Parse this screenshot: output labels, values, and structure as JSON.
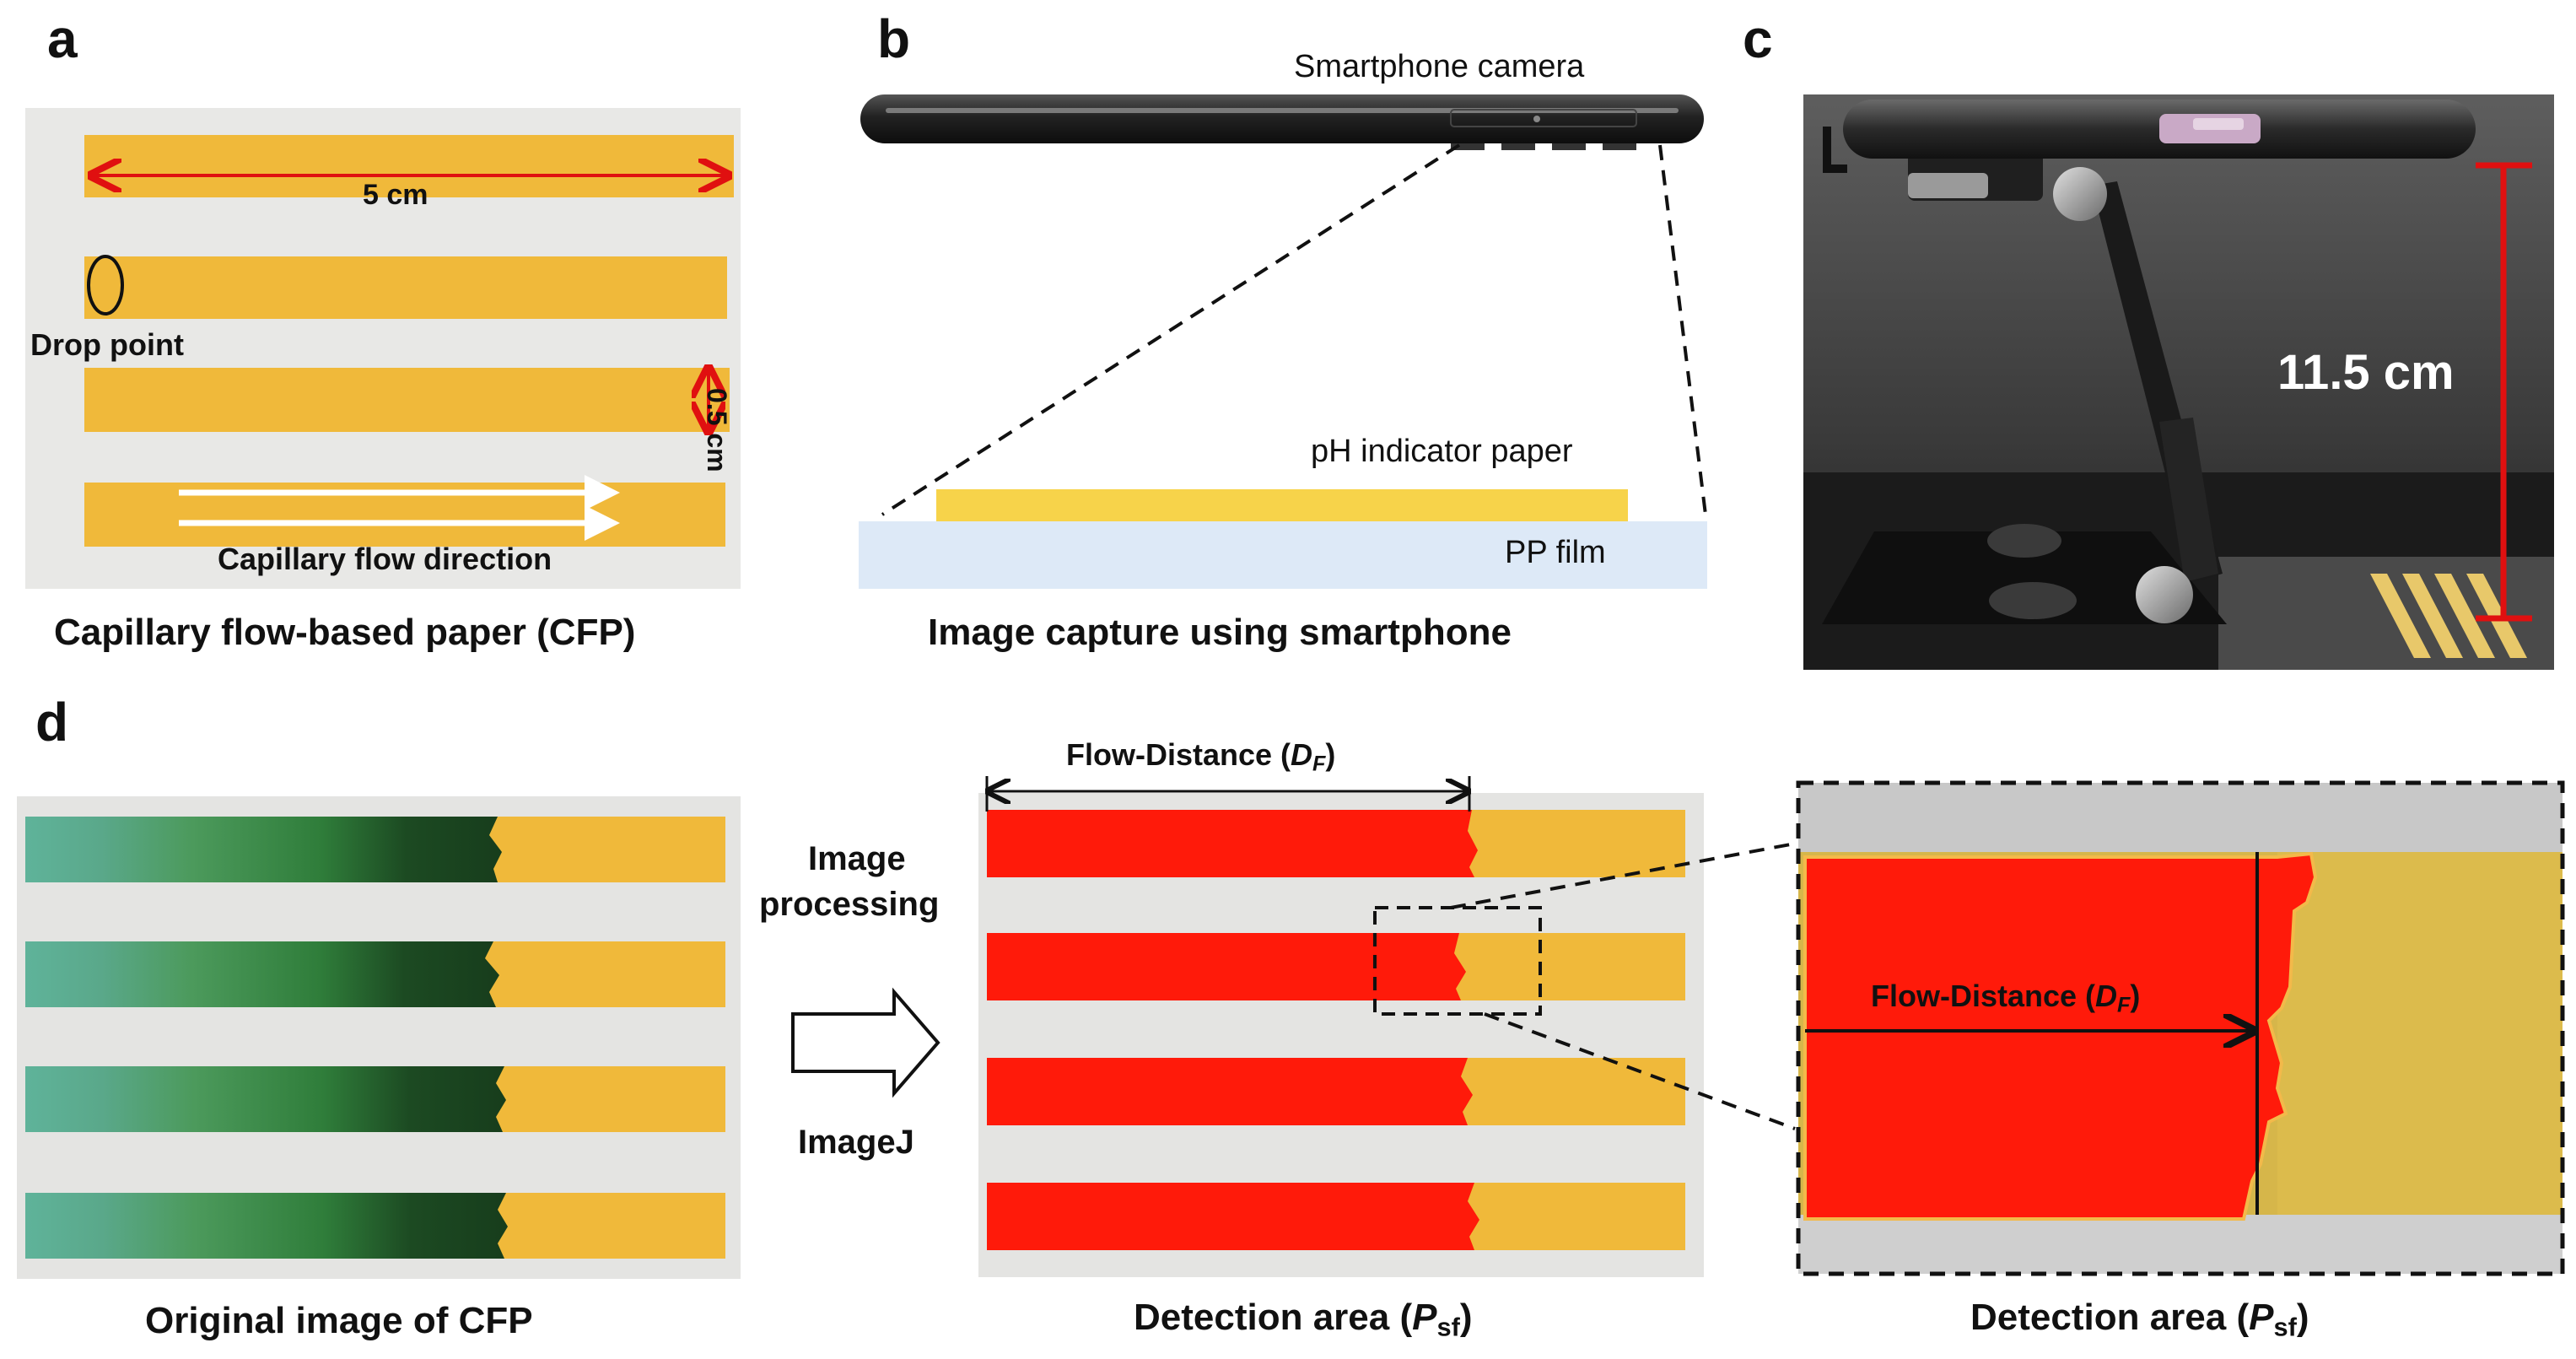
{
  "panels": {
    "a": {
      "letter": "a",
      "caption": "Capillary flow-based paper (CFP)",
      "length_label": "5 cm",
      "drop_label": "Drop point",
      "width_label": "0.5 cm",
      "flow_label": "Capillary flow direction"
    },
    "b": {
      "letter": "b",
      "camera_label": "Smartphone camera",
      "indicator_label": "pH indicator paper",
      "film_label": "PP film",
      "caption": "Image capture using smartphone"
    },
    "c": {
      "letter": "c",
      "height_label": "11.5 cm"
    },
    "d": {
      "letter": "d",
      "original_caption": "Original image of CFP",
      "process_label_1": "Image",
      "process_label_2": "processing",
      "tool_label": "ImageJ",
      "flow_distance_prefix": "Flow-Distance (",
      "flow_distance_symbol": "D",
      "flow_distance_subscript": "F",
      "flow_distance_suffix": ")",
      "detection_prefix": "Detection area (",
      "detection_symbol": "P",
      "detection_subscript": "sf",
      "detection_suffix": ")"
    }
  },
  "colors": {
    "strip_yellow": "#f0b93a",
    "strip_green": "#2e7d3a",
    "teal": "#5fb39a",
    "detect_red": "#ff1a0a",
    "arrow_red": "#e01010",
    "film_blue": "#dde9f7",
    "indicator_yellow": "#f7d34a"
  }
}
